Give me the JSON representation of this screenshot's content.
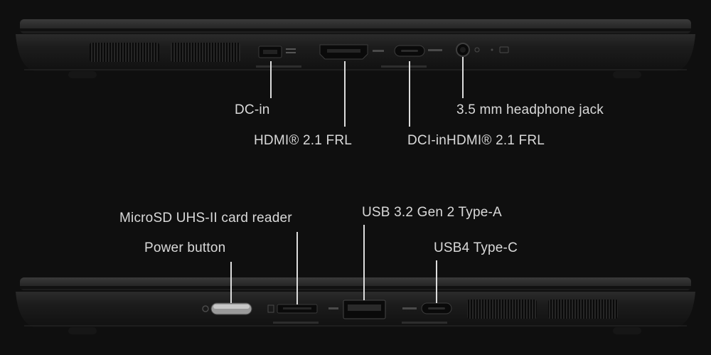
{
  "top_side": {
    "labels": {
      "dc_in": "DC-in",
      "hdmi": "HDMI® 2.1 FRL",
      "usbc": "DCI-inHDMI® 2.1 FRL",
      "headphone": "3.5 mm headphone jack"
    },
    "port_icons": {
      "dc": "dc-power-icon",
      "hdmi": "hdmi-text-icon",
      "usbc": "usb-c-icon",
      "audio": "headphone-icon"
    }
  },
  "bottom_side": {
    "labels": {
      "microsd": "MicroSD UHS-II card reader",
      "power": "Power button",
      "usba": "USB 3.2 Gen 2 Type-A",
      "usb4": "USB4 Type-C"
    },
    "port_icons": {
      "power": "power-icon",
      "sd": "sd-card-icon",
      "usba": "usb-icon",
      "usb4": "thunderbolt-usb4-icon"
    }
  },
  "colors": {
    "background": "#0f0f0f",
    "laptop_body": "#1a1a1a",
    "callout_line": "#dcdcdc",
    "label_text": "#d9d9d9"
  }
}
